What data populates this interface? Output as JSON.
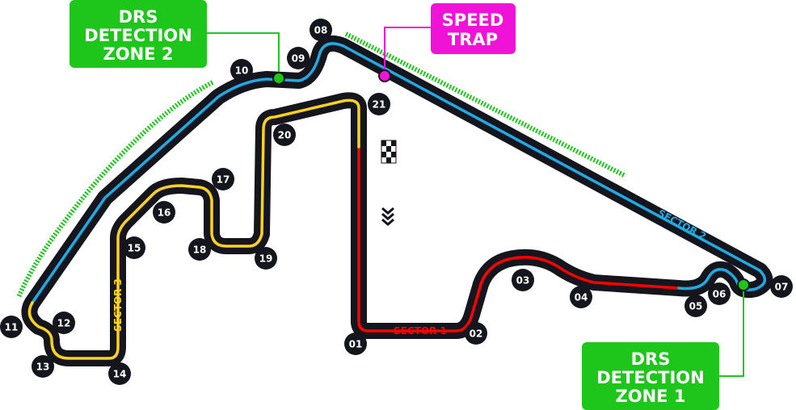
{
  "circuit": {
    "corners": [
      "01",
      "02",
      "03",
      "04",
      "05",
      "06",
      "07",
      "08",
      "09",
      "10",
      "11",
      "12",
      "13",
      "14",
      "15",
      "16",
      "17",
      "18",
      "19",
      "20",
      "21"
    ],
    "sectors": [
      {
        "label": "SECTOR 1",
        "color": "#ff0000"
      },
      {
        "label": "SECTOR 2",
        "color": "#21a9e1"
      },
      {
        "label": "SECTOR 3",
        "color": "#ffd21f"
      }
    ]
  },
  "callouts": {
    "drs_detection_zone_2": {
      "lines": [
        "DRS",
        "DETECTION",
        "ZONE 2"
      ],
      "color": "#1ec51b"
    },
    "speed_trap": {
      "lines": [
        "SPEED",
        "TRAP"
      ],
      "color": "#f012d7"
    },
    "drs_detection_zone_1": {
      "lines": [
        "DRS",
        "DETECTION",
        "ZONE 1"
      ],
      "color": "#1ec51b"
    }
  },
  "icons": {
    "start_finish": "checkered-flag-icon",
    "direction": "triple-chevron-down-icon"
  },
  "colors": {
    "track": "#15151e",
    "drs_zone": "#1ec51b"
  }
}
